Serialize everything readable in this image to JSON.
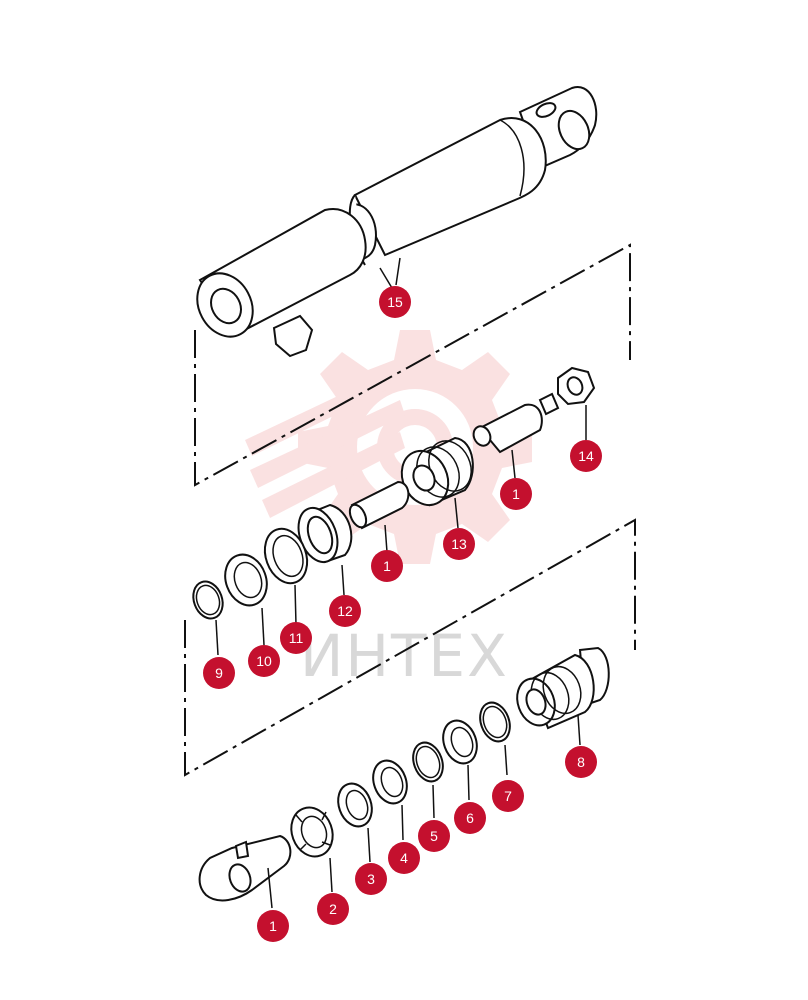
{
  "watermark": {
    "text": "ИНТЕХ",
    "logo_color": "#f6c9c9"
  },
  "callout_color": "#c4102e",
  "callouts": [
    {
      "id": "c15",
      "label": "15"
    },
    {
      "id": "c14",
      "label": "14"
    },
    {
      "id": "c1a",
      "label": "1"
    },
    {
      "id": "c13",
      "label": "13"
    },
    {
      "id": "c1b",
      "label": "1"
    },
    {
      "id": "c12",
      "label": "12"
    },
    {
      "id": "c11",
      "label": "11"
    },
    {
      "id": "c10",
      "label": "10"
    },
    {
      "id": "c9",
      "label": "9"
    },
    {
      "id": "c8",
      "label": "8"
    },
    {
      "id": "c7",
      "label": "7"
    },
    {
      "id": "c6",
      "label": "6"
    },
    {
      "id": "c5",
      "label": "5"
    },
    {
      "id": "c4",
      "label": "4"
    },
    {
      "id": "c3",
      "label": "3"
    },
    {
      "id": "c2",
      "label": "2"
    },
    {
      "id": "c1c",
      "label": "1"
    }
  ]
}
